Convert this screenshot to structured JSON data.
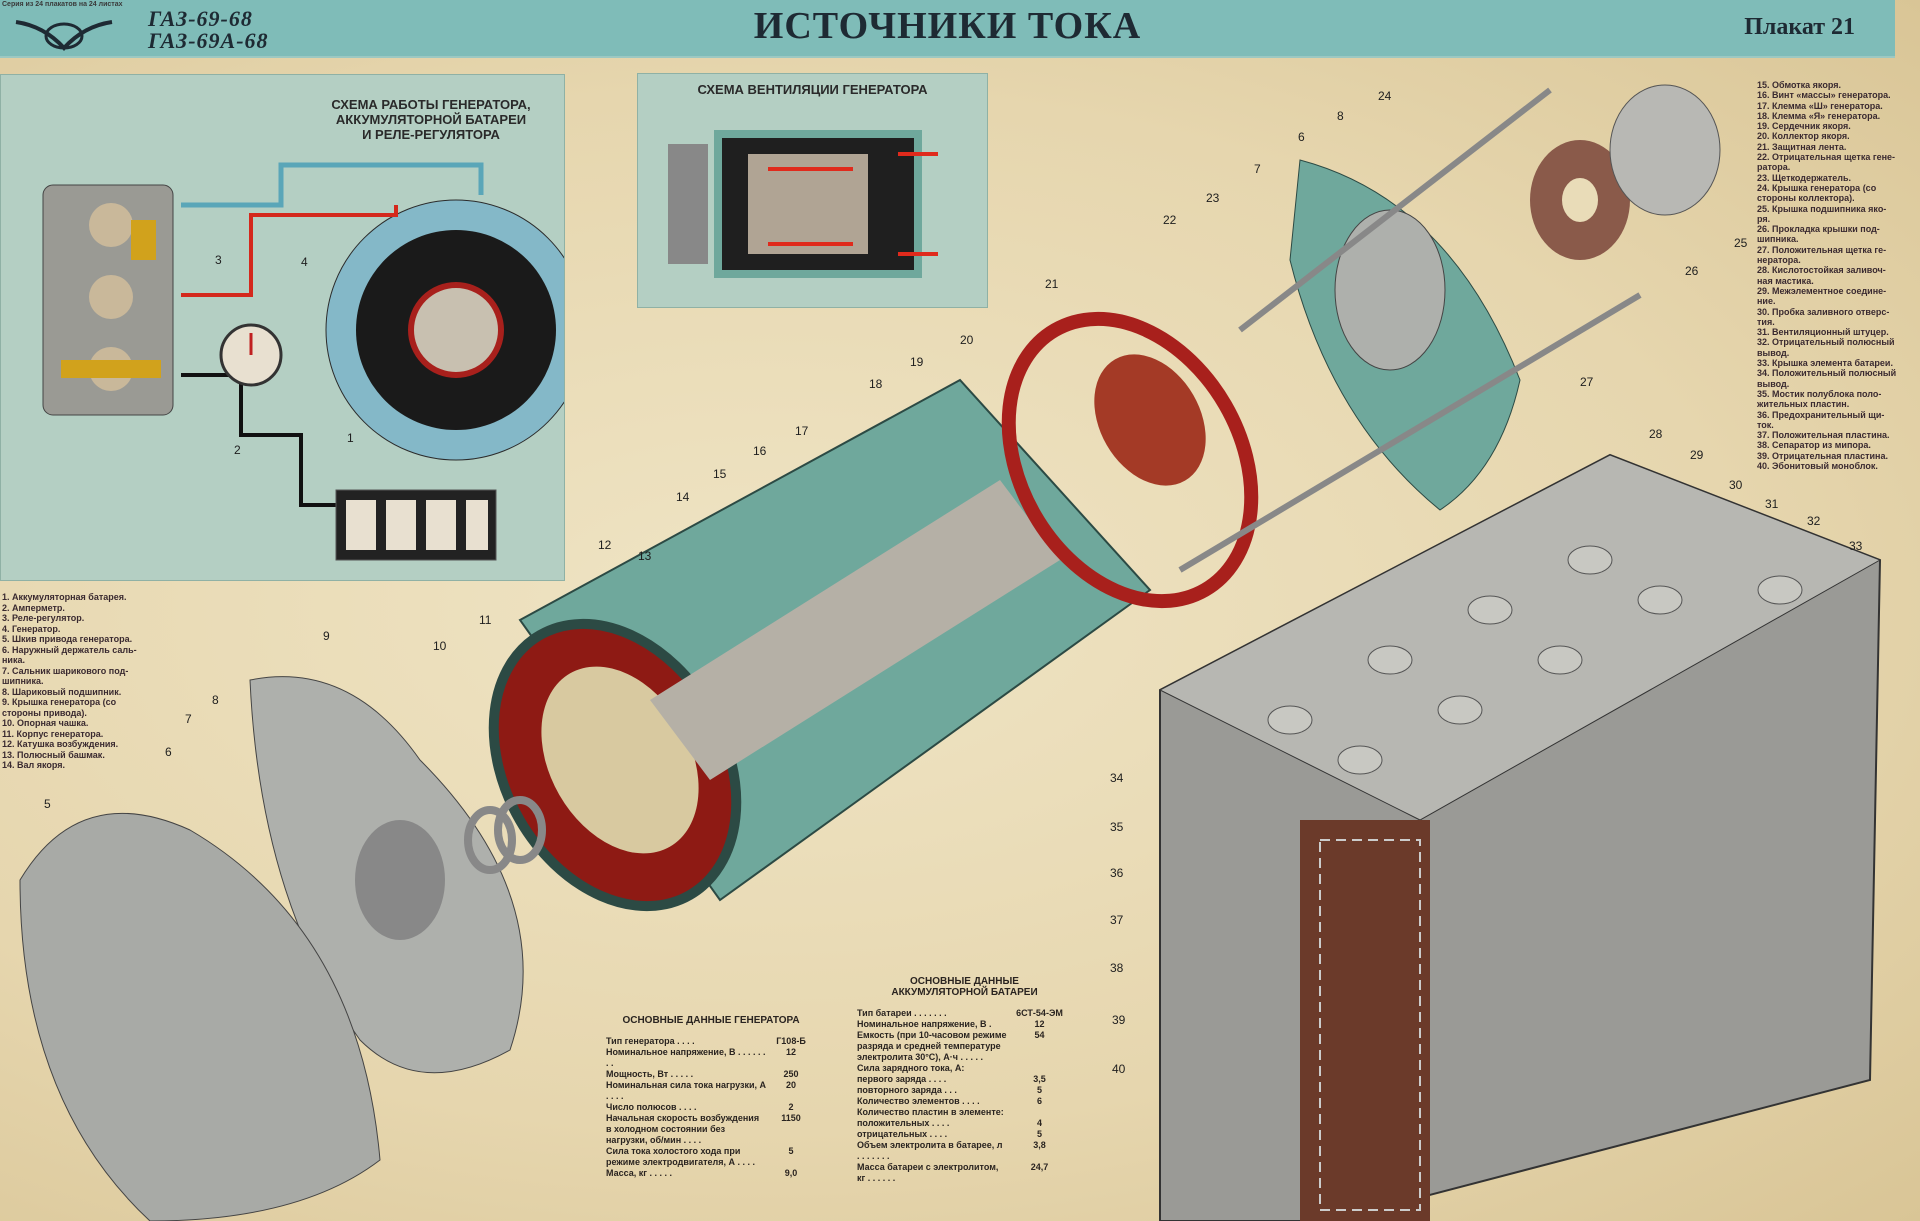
{
  "header": {
    "series_note": "Серия из 24 плакатов на 24 листах",
    "model_line1": "ГАЗ-69-68",
    "model_line2": "ГАЗ-69А-68",
    "title": "ИСТОЧНИКИ ТОКА",
    "poster_number": "Плакат 21"
  },
  "wiring_panel": {
    "title_line1": "СХЕМА РАБОТЫ ГЕНЕРАТОРА,",
    "title_line2": "АККУМУЛЯТОРНОЙ БАТАРЕИ",
    "title_line3": "И РЕЛЕ-РЕГУЛЯТОРА"
  },
  "ventilation_panel": {
    "title": "СХЕМА ВЕНТИЛЯЦИИ ГЕНЕРАТОРА"
  },
  "legend_left": [
    "1. Аккумуляторная батарея.",
    "2. Амперметр.",
    "3. Реле-регулятор.",
    "4. Генератор.",
    "5. Шкив привода генератора.",
    "6. Наружный держатель саль-",
    "   ника.",
    "7. Сальник шарикового под-",
    "   шипника.",
    "8. Шариковый подшипник.",
    "9. Крышка генератора (со",
    "   стороны привода).",
    "10. Опорная чашка.",
    "11. Корпус генератора.",
    "12. Катушка возбуждения.",
    "13. Полюсный башмак.",
    "14. Вал якоря."
  ],
  "legend_right": [
    "15. Обмотка якоря.",
    "16. Винт «массы» генератора.",
    "17. Клемма «Ш» генератора.",
    "18. Клемма «Я» генератора.",
    "19. Сердечник якоря.",
    "20. Коллектор якоря.",
    "21. Защитная лента.",
    "22. Отрицательная щетка гене-",
    "    ратора.",
    "23. Щеткодержатель.",
    "24. Крышка генератора (со",
    "    стороны коллектора).",
    "25. Крышка подшипника яко-",
    "    ря.",
    "26. Прокладка крышки под-",
    "    шипника.",
    "27. Положительная щетка ге-",
    "    нератора.",
    "28. Кислотостойкая заливоч-",
    "    ная мастика.",
    "29. Межэлементное соедине-",
    "    ние.",
    "30. Пробка заливного отверс-",
    "    тия.",
    "31. Вентиляционный штуцер.",
    "32. Отрицательный полюсный",
    "    вывод.",
    "33. Крышка элемента батареи.",
    "34. Положительный полюсный",
    "    вывод.",
    "35. Мостик полублока поло-",
    "    жительных пластин.",
    "36. Предохранительный щи-",
    "    ток.",
    "37. Положительная пластина.",
    "38. Сепаратор из мипора.",
    "39. Отрицательная пластина.",
    "40. Эбонитовый моноблок."
  ],
  "generator_table": {
    "title": "ОСНОВНЫЕ ДАННЫЕ ГЕНЕРАТОРА",
    "rows": [
      {
        "label": "Тип генератора . . . .",
        "value": "Г108-Б"
      },
      {
        "label": "Номинальное напряжение, В . . . . . . . .",
        "value": "12"
      },
      {
        "label": "Мощность, Вт . . . . .",
        "value": "250"
      },
      {
        "label": "Номинальная сила тока нагрузки, А . . . .",
        "value": "20"
      },
      {
        "label": "Число полюсов . . . .",
        "value": "2"
      },
      {
        "label": "Начальная скорость возбуждения в холодном состоянии без нагрузки, об/мин . . . .",
        "value": "1150"
      },
      {
        "label": "Сила тока холостого хода при режиме электродвигателя, А . . . .",
        "value": "5"
      },
      {
        "label": "Масса, кг . . . . .",
        "value": "9,0"
      }
    ]
  },
  "battery_table": {
    "title_line1": "ОСНОВНЫЕ ДАННЫЕ",
    "title_line2": "АККУМУЛЯТОРНОЙ БАТАРЕИ",
    "rows": [
      {
        "label": "Тип батареи . . . . . . .",
        "value": "6СТ-54-ЭМ"
      },
      {
        "label": "Номинальное напряжение, В .",
        "value": "12"
      },
      {
        "label": "Емкость (при 10-часовом режиме разряда и средней температуре электролита 30°С), А·ч . . . . .",
        "value": "54"
      },
      {
        "label": "Сила зарядного тока, А:",
        "value": ""
      },
      {
        "label": "   первого заряда . . . .",
        "value": "3,5"
      },
      {
        "label": "   повторного заряда . . .",
        "value": "5"
      },
      {
        "label": "Количество элементов . . . .",
        "value": "6"
      },
      {
        "label": "Количество пластин в элементе:",
        "value": ""
      },
      {
        "label": "   положительных . . . .",
        "value": "4"
      },
      {
        "label": "   отрицательных . . . .",
        "value": "5"
      },
      {
        "label": "Объем электролита в батарее, л . . . . . . .",
        "value": "3,8"
      },
      {
        "label": "Масса батареи с электролитом, кг . . . . . .",
        "value": "24,7"
      }
    ]
  },
  "callouts": [
    "1",
    "2",
    "3",
    "4",
    "5",
    "6",
    "7",
    "8",
    "9",
    "10",
    "11",
    "12",
    "13",
    "14",
    "15",
    "16",
    "17",
    "18",
    "19",
    "20",
    "21",
    "22",
    "23",
    "24",
    "6",
    "7",
    "8",
    "25",
    "26",
    "27",
    "28",
    "29",
    "30",
    "31",
    "32",
    "33",
    "34",
    "35",
    "36",
    "37",
    "38",
    "39",
    "40"
  ],
  "colors": {
    "header": "#7fbcb8",
    "paper": "#e9dcb8",
    "teal_metal": "#6fa89c",
    "red_interior": "#a8201c",
    "gray_metal": "#9a9a96"
  }
}
